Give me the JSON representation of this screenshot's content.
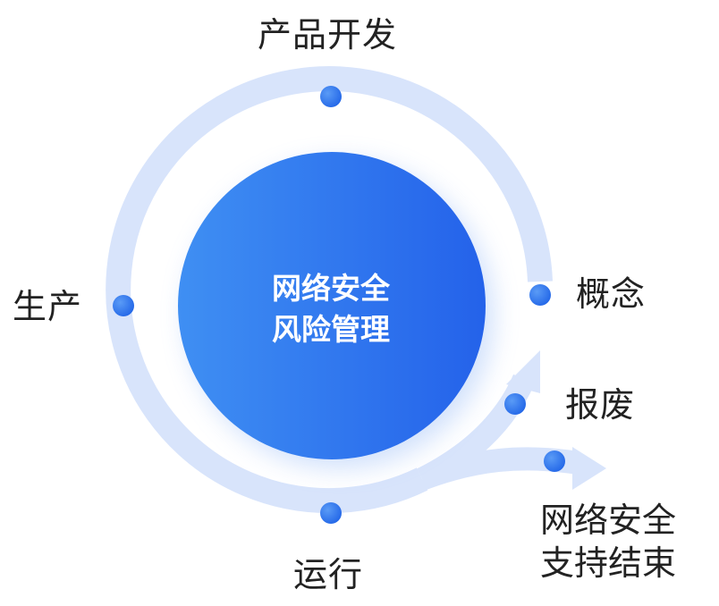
{
  "center": {
    "line1": "网络安全",
    "line2": "风险管理"
  },
  "stages": {
    "product_development": "产品开发",
    "concept": "概念",
    "retirement": "报废",
    "support_end_line1": "网络安全",
    "support_end_line2": "支持结束",
    "operation": "运行",
    "production": "生产"
  },
  "colors": {
    "ring": "#d8e4fb",
    "dot": "#2f78ef",
    "core_start": "#3d8ef2",
    "core_end": "#2463ea",
    "text": "#222222",
    "core_text": "#ffffff"
  }
}
